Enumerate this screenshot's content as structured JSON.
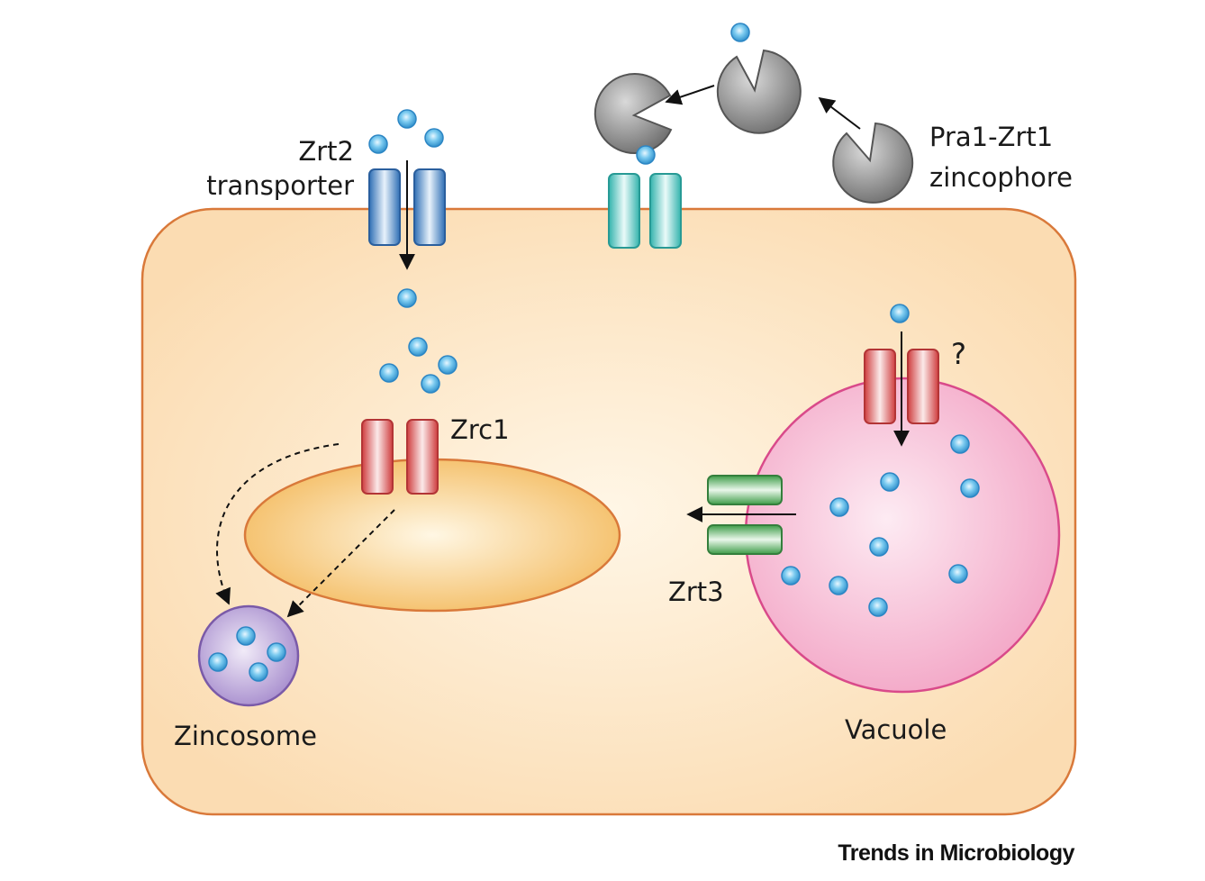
{
  "labels": {
    "zrt2_line1": "Zrt2",
    "zrt2_line2": "transporter",
    "pra1_line1": "Pra1-Zrt1",
    "pra1_line2": "zincophore",
    "zrc1": "Zrc1",
    "zrt3": "Zrt3",
    "question": "?",
    "zincosome": "Zincosome",
    "vacuole": "Vacuole"
  },
  "footer": "Trends in Microbiology",
  "colors": {
    "cell_fill": "#fbe4c4",
    "cell_border": "#d97a3a",
    "zinc_ion": "#5ab8e8",
    "zrt2_transporter": "#3f7fc4",
    "zrt1_transporter": "#3fc4bf",
    "zrc1_transporter": "#d9504f",
    "zrt3_transporter": "#4fae5a",
    "vacuole": "#f7bfd6",
    "zincosome": "#b9a6d6",
    "er": "#f5c87a",
    "zincophore": "#8c8c8c"
  }
}
